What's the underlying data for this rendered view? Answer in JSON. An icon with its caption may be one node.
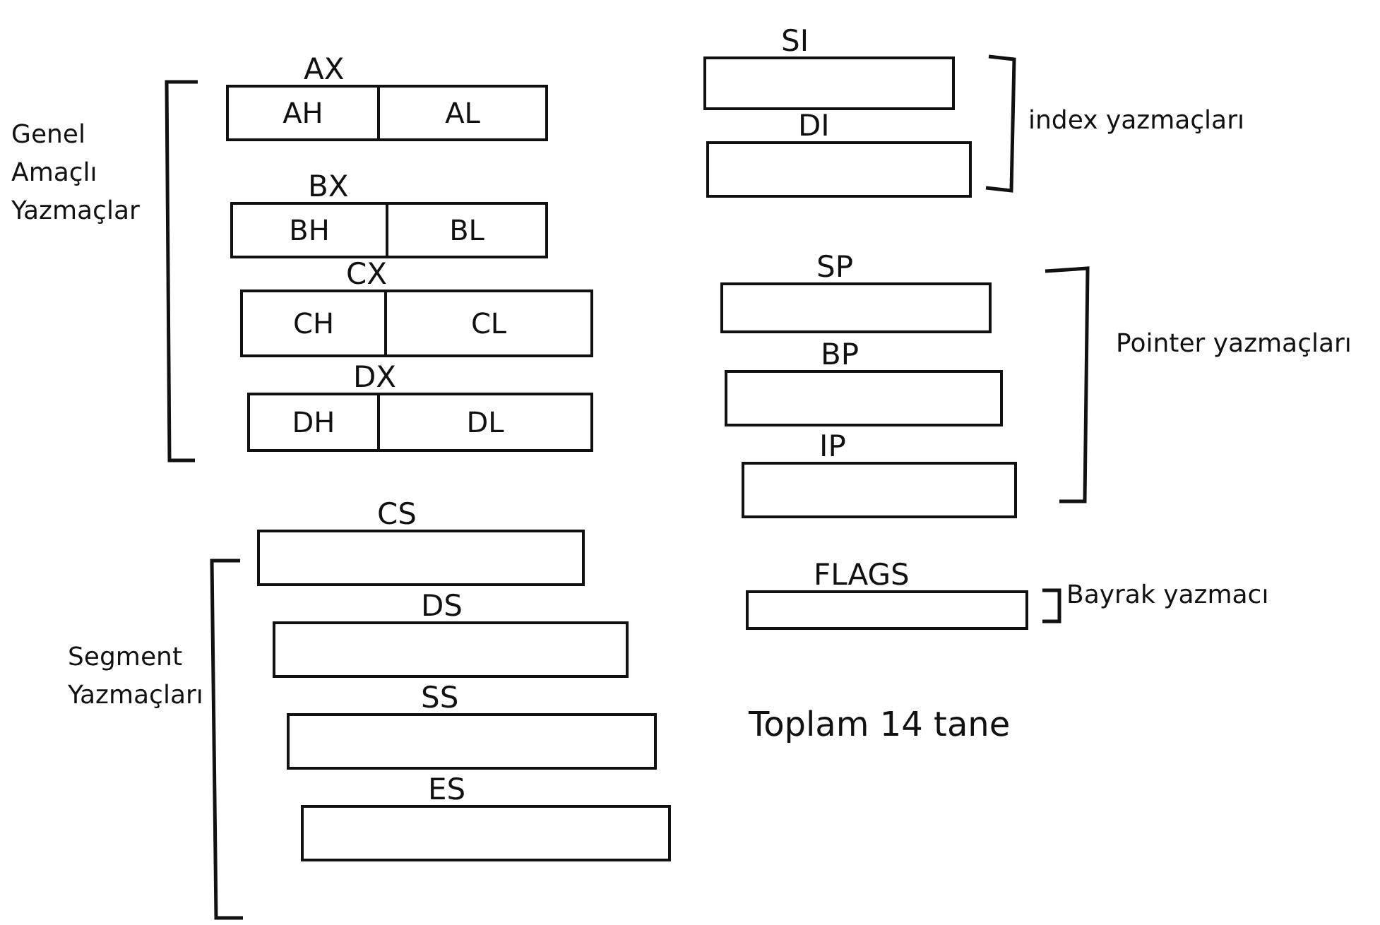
{
  "diagram": {
    "nodes": [
      {
        "text": [
          "AX"
        ]
      },
      {
        "text": [
          "AH"
        ],
        "in": 0
      },
      {
        "text": [
          "AL"
        ],
        "in": 0
      },
      {
        "text": [
          "BX"
        ]
      },
      {
        "text": [
          "BH"
        ],
        "in": 3
      },
      {
        "text": [
          "BL"
        ],
        "in": 3
      },
      {
        "text": [
          "CX"
        ]
      },
      {
        "text": [
          "CH"
        ],
        "in": 6
      },
      {
        "text": [
          "CL"
        ],
        "in": 6
      },
      {
        "text": [
          "DX"
        ]
      },
      {
        "text": [
          "DH"
        ],
        "in": 9
      },
      {
        "text": [
          "DL"
        ],
        "in": 9
      },
      {
        "text": [
          "CS"
        ]
      },
      {
        "text": [
          "DS"
        ]
      },
      {
        "text": [
          "SS"
        ]
      },
      {
        "text": [
          "ES"
        ]
      },
      {
        "text": [
          "SI"
        ]
      },
      {
        "text": [
          "DI"
        ]
      },
      {
        "text": [
          "SP"
        ]
      },
      {
        "text": [
          "BP"
        ]
      },
      {
        "text": [
          "IP"
        ]
      },
      {
        "text": [
          "FLAGS"
        ]
      }
    ],
    "edges": [],
    "labels": [
      "index yazmaçları",
      "Genel Amaçlı Yazmaçlar",
      "Pointer yazmaçları",
      "Bayrak yazmacı",
      "Segment Yazmaçları",
      "Toplam 14 tane"
    ]
  }
}
